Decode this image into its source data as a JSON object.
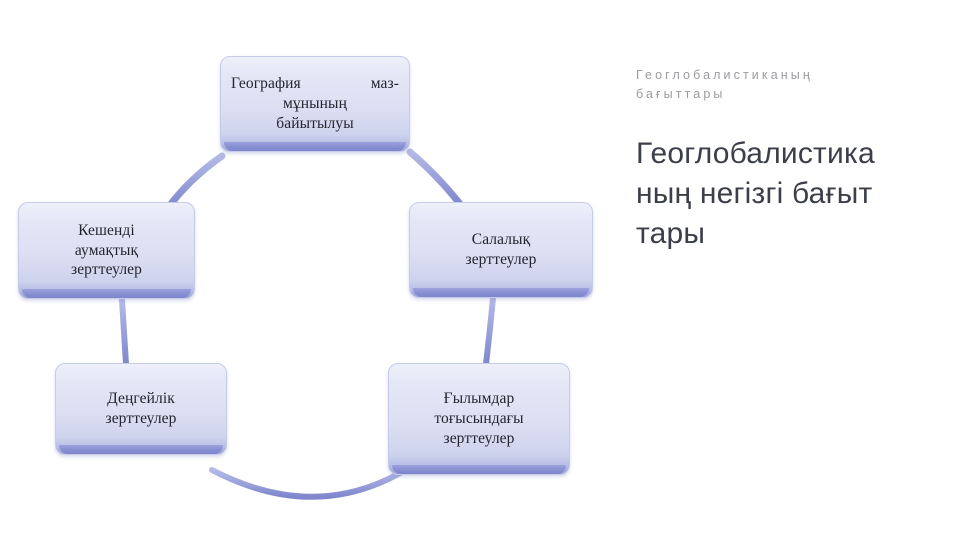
{
  "slide": {
    "background_color": "#ffffff",
    "accent_color": "#8b92d6",
    "node_fill_color": "#dcdff2",
    "heading_color": "#3c3f4a",
    "eyebrow_color": "#9b9ba0"
  },
  "text_panel": {
    "eyebrow": "Геоглобалистиканың бағыттары",
    "headline": "Геоглобалистиканың негізгі бағыттары"
  },
  "diagram": {
    "type": "cycle",
    "node_count": 5,
    "nodes": [
      {
        "id": "top",
        "position": "top",
        "line1": "География маз-",
        "line2": "мұнының",
        "line3": "байытылуы",
        "text": "География маз-мұнының байытылуы"
      },
      {
        "id": "right",
        "position": "right",
        "line1": "Салалық",
        "line2": "зерттеулер",
        "text": "Салалық зерттеулер"
      },
      {
        "id": "bottom-right",
        "position": "bottom-right",
        "line1": "Ғылымдар",
        "line2": "тоғысындағы",
        "line3": "зерттеулер",
        "text": "Ғылымдар тоғысындағы зерттеулер"
      },
      {
        "id": "bottom-left",
        "position": "bottom-left",
        "line1": "Деңгейлік",
        "line2": "зерттеулер",
        "text": "Деңгейлік зерттеулер"
      },
      {
        "id": "left",
        "position": "left",
        "line1": "Кешенді",
        "line2": "аумақтық",
        "line3": "зерттеулер",
        "text": "Кешенді аумақтық зерттеулер"
      }
    ],
    "connectors": [
      {
        "from": "left",
        "to": "top"
      },
      {
        "from": "top",
        "to": "right"
      },
      {
        "from": "right",
        "to": "bottom-right"
      },
      {
        "from": "bottom-right",
        "to": "bottom-left"
      },
      {
        "from": "bottom-left",
        "to": "left"
      }
    ]
  }
}
